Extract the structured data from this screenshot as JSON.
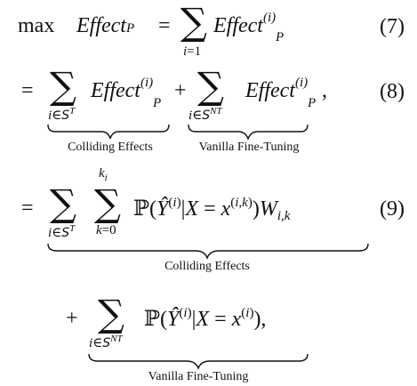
{
  "equations": [
    {
      "number": "(7)",
      "text": "max Effect_P = Σ_{i=1} Effect_P^{(i)}"
    },
    {
      "number": "(8)",
      "text": "= Σ_{i∈S^T} Effect_P^{(i)} + Σ_{i∈S^{NT}} Effect_P^{(i)},"
    },
    {
      "number": "(9)",
      "text": "= Σ_{i∈S^T} Σ_{k=0}^{k_i} P(Ŷ^{(i)}|X = x^{(i,k)})W_{i,k} + Σ_{i∈S^{NT}} P(Ŷ^{(i)}|X = x^{(i)}),"
    }
  ],
  "labels": {
    "colliding_effects": "Colliding Effects",
    "vanilla_fine_tuning": "Vanilla Fine-Tuning"
  }
}
